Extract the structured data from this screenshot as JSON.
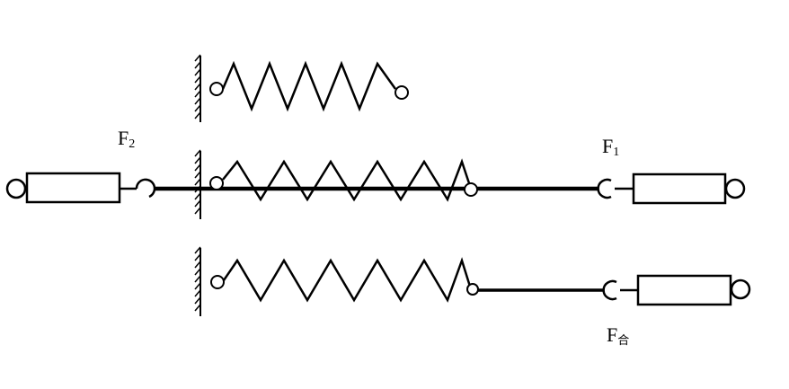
{
  "labels": {
    "f2": {
      "main": "F",
      "sub": "2"
    },
    "f1": {
      "main": "F",
      "sub": "1"
    },
    "fhe": {
      "main": "F",
      "sub": "合"
    }
  },
  "colors": {
    "ink": "#000000",
    "background": "#ffffff"
  }
}
